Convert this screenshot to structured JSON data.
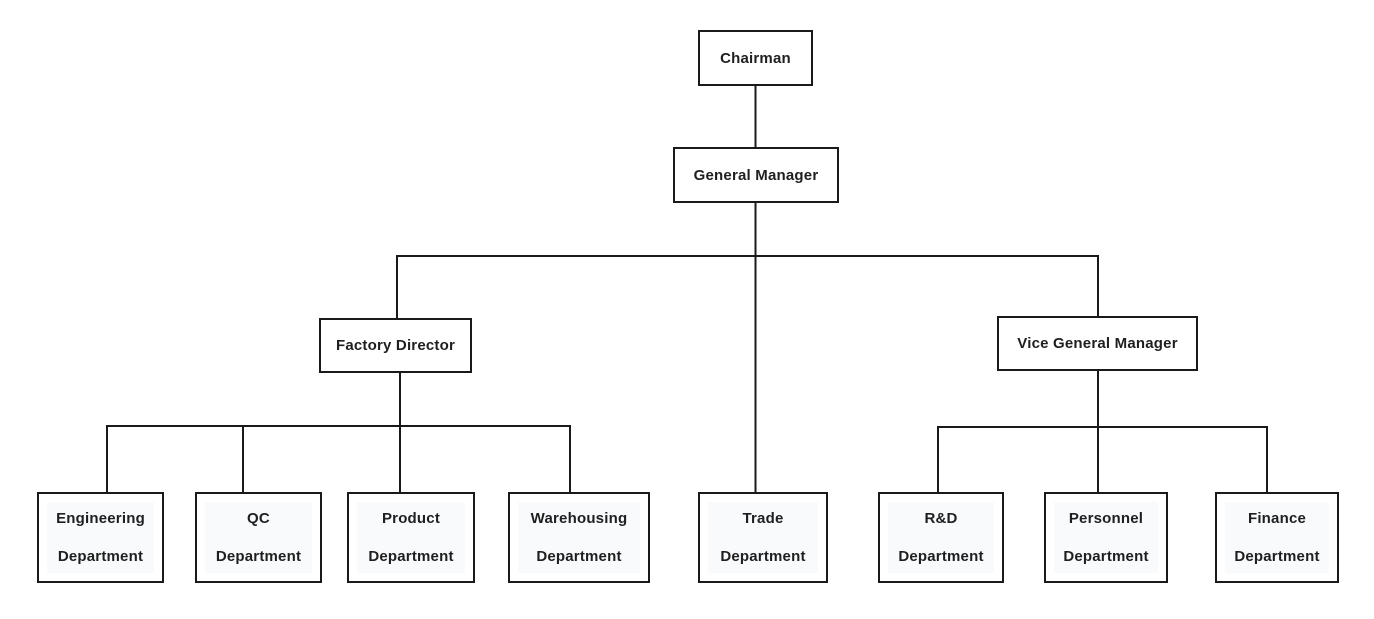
{
  "nodes": {
    "chairman": {
      "label": "Chairman"
    },
    "general_manager": {
      "label": "General Manager"
    },
    "factory_director": {
      "label": "Factory Director"
    },
    "vice_general_manager": {
      "label": "Vice General Manager"
    },
    "engineering": {
      "line1": "Engineering",
      "line2": "Department"
    },
    "qc": {
      "line1": "QC",
      "line2": "Department"
    },
    "product": {
      "line1": "Product",
      "line2": "Department"
    },
    "warehousing": {
      "line1": "Warehousing",
      "line2": "Department"
    },
    "trade": {
      "line1": "Trade",
      "line2": "Department"
    },
    "rnd": {
      "line1": "R&D",
      "line2": "Department"
    },
    "personnel": {
      "line1": "Personnel",
      "line2": "Department"
    },
    "finance": {
      "line1": "Finance",
      "line2": "Department"
    }
  },
  "hierarchy": {
    "edges": [
      [
        "Chairman",
        "General Manager"
      ],
      [
        "General Manager",
        "Factory Director"
      ],
      [
        "General Manager",
        "Trade Department"
      ],
      [
        "General Manager",
        "Vice General Manager"
      ],
      [
        "Factory Director",
        "Engineering Department"
      ],
      [
        "Factory Director",
        "QC Department"
      ],
      [
        "Factory Director",
        "Product Department"
      ],
      [
        "Factory Director",
        "Warehousing Department"
      ],
      [
        "Vice General Manager",
        "R&D Department"
      ],
      [
        "Vice General Manager",
        "Personnel Department"
      ],
      [
        "Vice General Manager",
        "Finance Department"
      ]
    ]
  },
  "colors": {
    "background": "#ffffff",
    "box_border": "#1a1a1a",
    "connector": "#1a1a1a",
    "text": "#1f1f1f",
    "dept_text_tint": "#f8fafc"
  }
}
